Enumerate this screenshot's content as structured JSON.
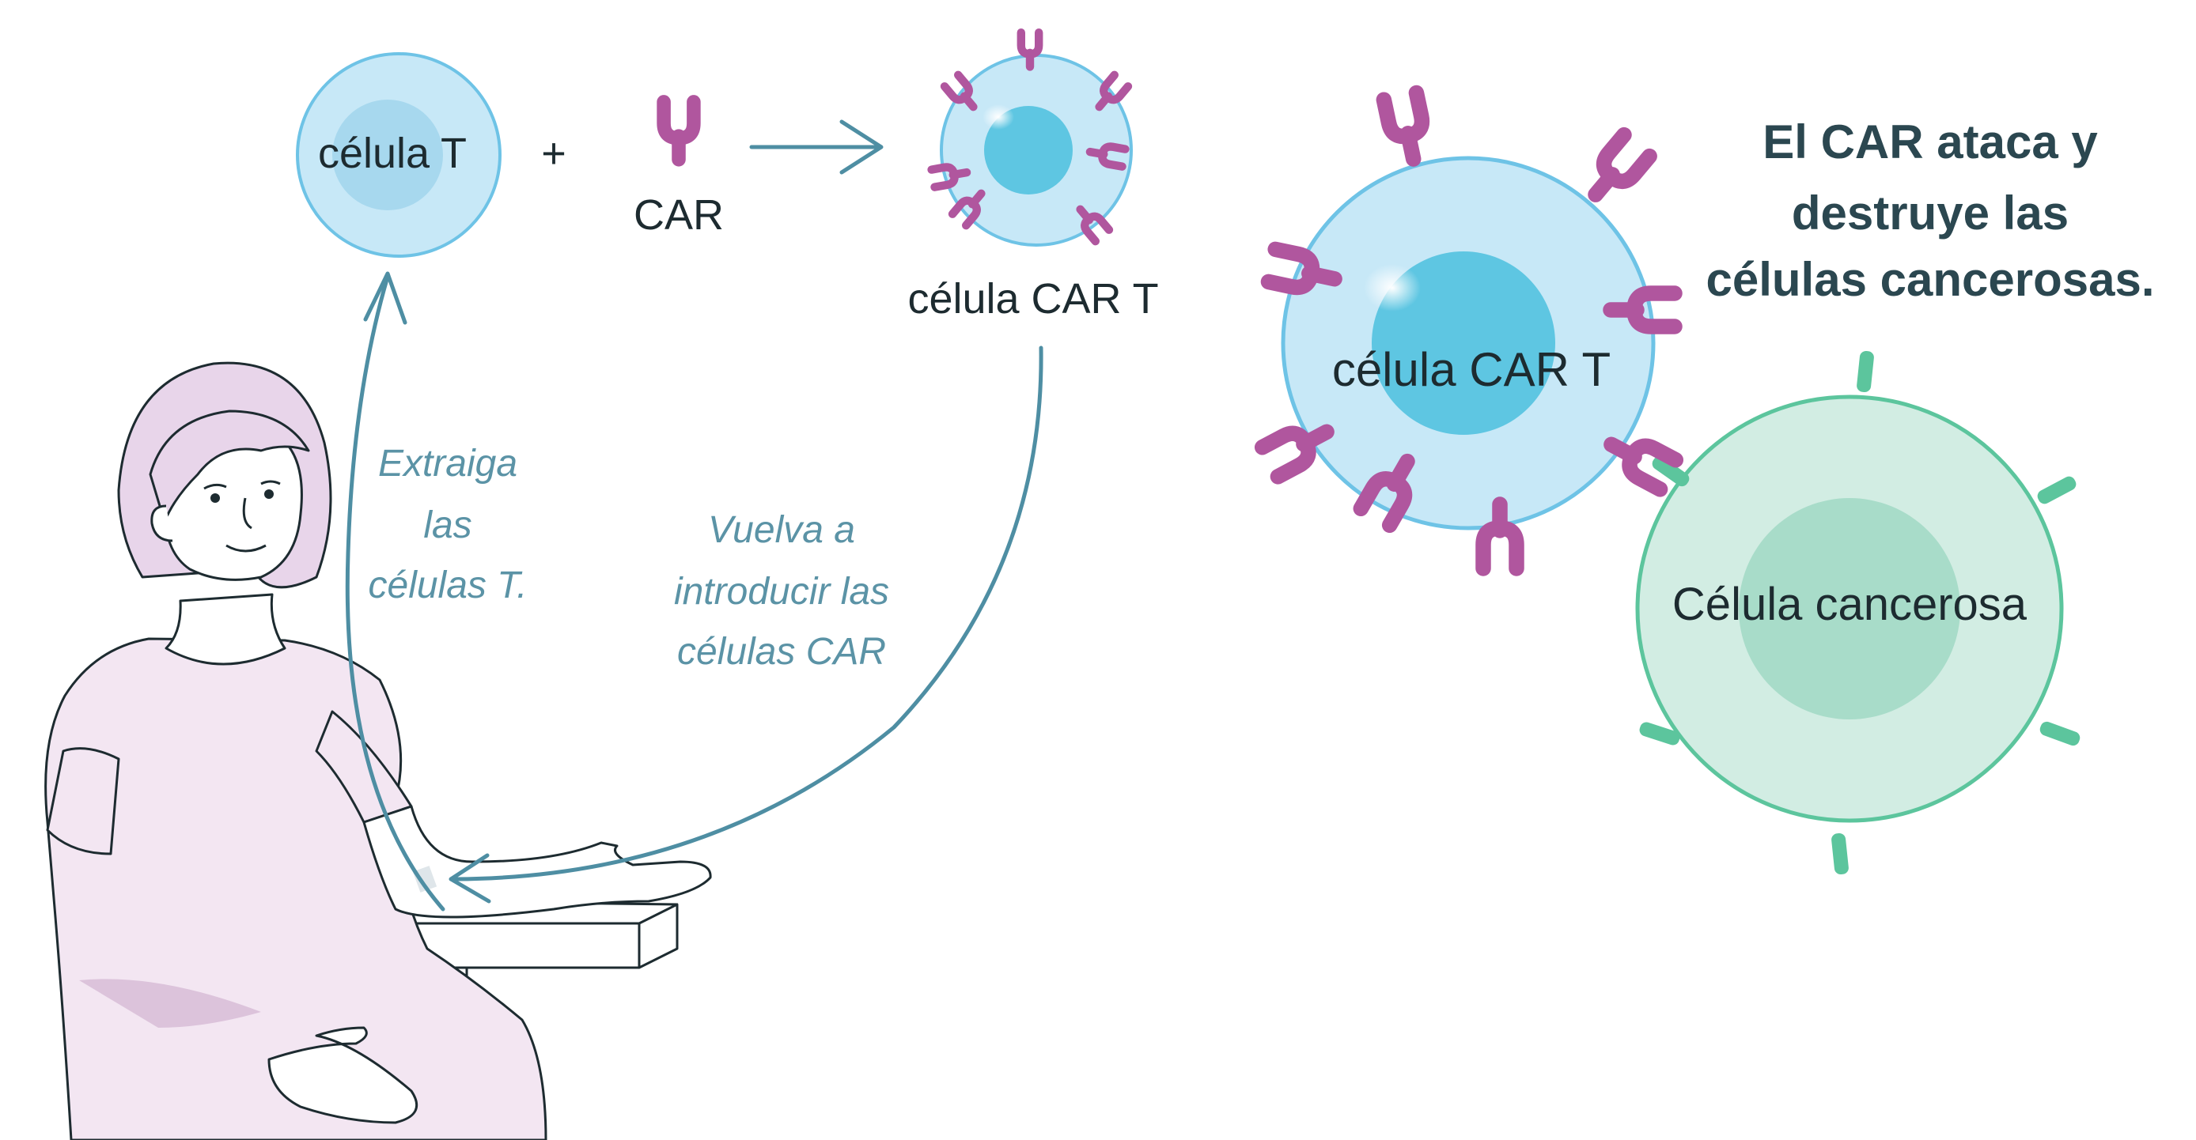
{
  "labels": {
    "t_cell": "célula T",
    "plus": "+",
    "car": "CAR",
    "car_t_cell_small": "célula CAR T",
    "car_t_cell_large": "célula CAR T",
    "cancer_cell": "Célula cancerosa",
    "extract": [
      "Extraiga",
      "las",
      "células T."
    ],
    "reintroduce": [
      "Vuelva a",
      "introducir las",
      "células CAR"
    ],
    "headline": [
      "El CAR ataca y",
      "destruye las",
      "células cancerosas."
    ]
  },
  "icons": {
    "car_receptor": "y-shaped-receptor-icon",
    "arrow": "right-arrow-icon"
  },
  "colors": {
    "t_cell_fill": "#c7e8f7",
    "t_cell_nucleus": "#a7d8ee",
    "t_cell_outline": "#6ec3e6",
    "car_t_nucleus": "#5ec6e2",
    "car_receptor": "#b0569e",
    "cancer_fill": "#d2ede3",
    "cancer_nucleus": "#a8dcc9",
    "cancer_outline": "#5cc59d",
    "cancer_antigen": "#5cc59d",
    "arrow": "#4e8ea3",
    "italic_text": "#5b93a6",
    "headline_text": "#2b4750",
    "shirt": "#f3e6f2",
    "hair": "#e8d5ea"
  }
}
